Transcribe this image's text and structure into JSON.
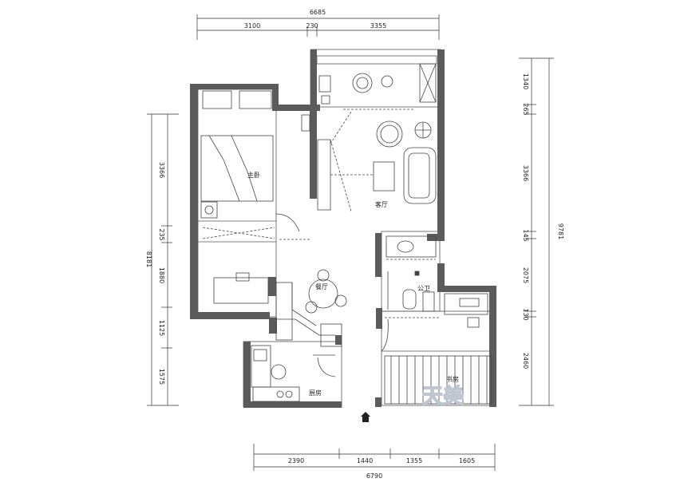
{
  "dimensions": {
    "top_total": "6685",
    "top_segments": [
      "3100",
      "230",
      "3355"
    ],
    "bottom_total": "6790",
    "bottom_segments": [
      "2390",
      "1440",
      "1355",
      "1605"
    ],
    "left_total": "8181",
    "left_segments": [
      "3366",
      "235",
      "1880",
      "1125",
      "1575"
    ],
    "right_total": "9781",
    "right_segments": [
      "1340",
      "265",
      "3366",
      "145",
      "2075",
      "130",
      "2460"
    ]
  },
  "rooms": {
    "master_bedroom": "主卧",
    "living_room": "客厅",
    "dining_room": "餐厅",
    "bathroom": "公卫",
    "kitchen": "厨房",
    "study": "书房"
  },
  "watermark": "天美",
  "colors": {
    "wall": "#5b5b5b",
    "line": "#444444",
    "dim": "#333333"
  },
  "icons": [
    "entrance-arrow-icon"
  ]
}
